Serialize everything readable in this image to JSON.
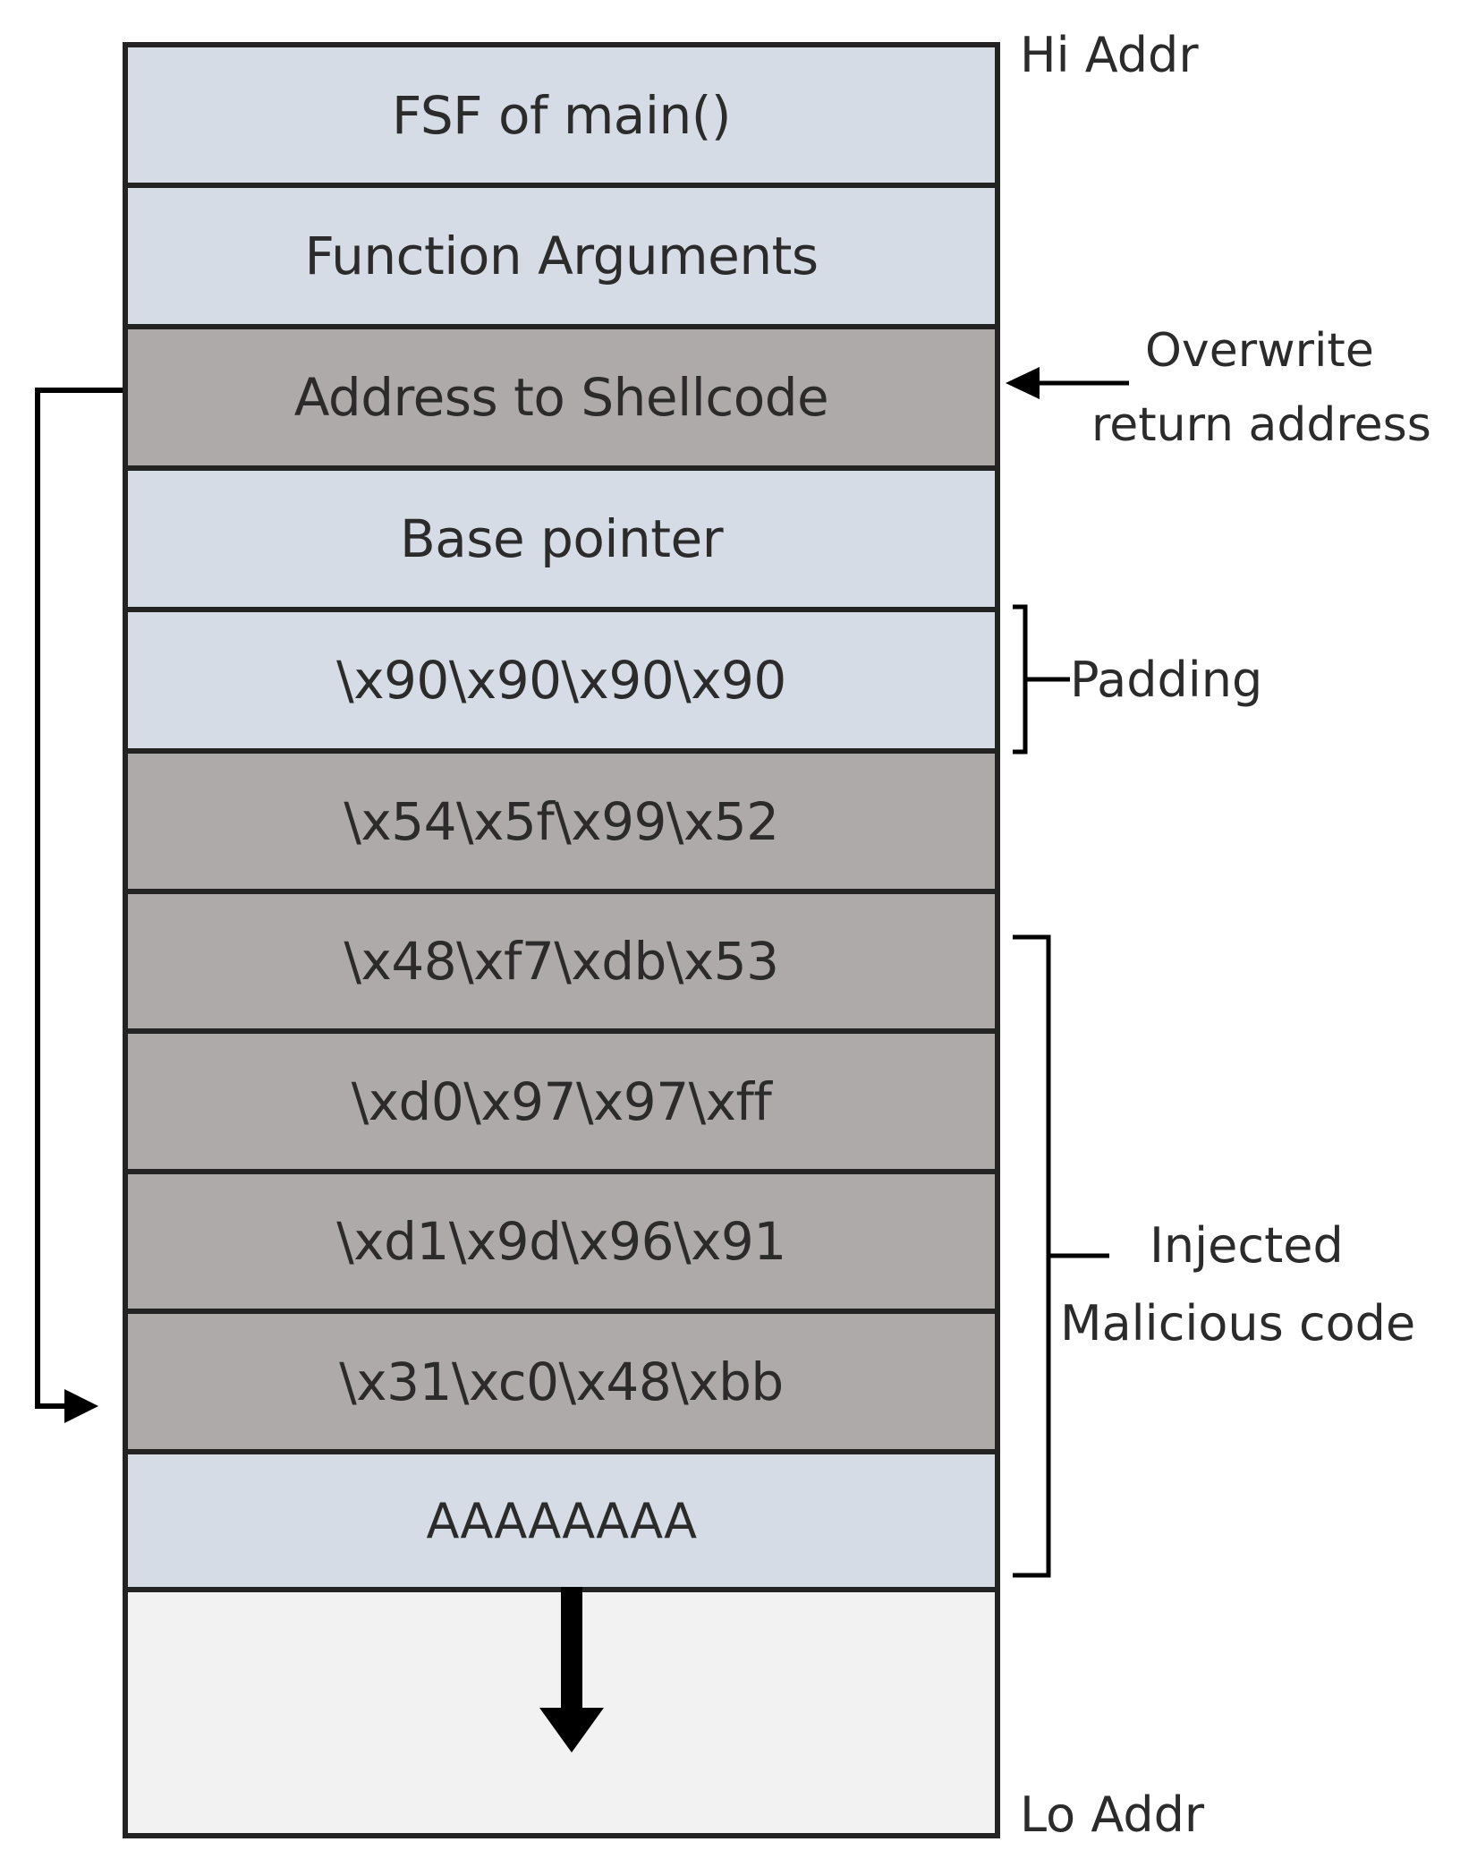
{
  "stack": {
    "rows": [
      {
        "label": "FSF of main()",
        "fill": "#d6dce5"
      },
      {
        "label": "Function Arguments",
        "fill": "#d6dce5"
      },
      {
        "label": "Address to Shellcode",
        "fill": "#aeaaaa"
      },
      {
        "label": "Base pointer",
        "fill": "#d6dce5"
      },
      {
        "label": "\\x90\\x90\\x90\\x90",
        "fill": "#d6dce5"
      },
      {
        "label": "\\x54\\x5f\\x99\\x52",
        "fill": "#aeaaaa"
      },
      {
        "label": "\\x48\\xf7\\xdb\\x53",
        "fill": "#aeaaaa"
      },
      {
        "label": "\\xd0\\x97\\x97\\xff",
        "fill": "#aeaaaa"
      },
      {
        "label": "\\xd1\\x9d\\x96\\x91",
        "fill": "#aeaaaa"
      },
      {
        "label": "\\x31\\xc0\\x48\\xbb",
        "fill": "#aeaaaa"
      },
      {
        "label": "AAAAAAAA",
        "fill": "#d6dce5"
      },
      {
        "label": "",
        "fill": "#f2f2f2"
      }
    ]
  },
  "annotations": {
    "hi_addr": "Hi Addr",
    "lo_addr": "Lo Addr",
    "overwrite_line1": "Overwrite",
    "overwrite_line2": "return address",
    "padding": "Padding",
    "injected_line1": "Injected",
    "injected_line2": "Malicious code"
  },
  "colors": {
    "light_cell": "#d6dce5",
    "dark_cell": "#aeaaaa",
    "empty_cell": "#f2f2f2",
    "line": "#000000"
  }
}
